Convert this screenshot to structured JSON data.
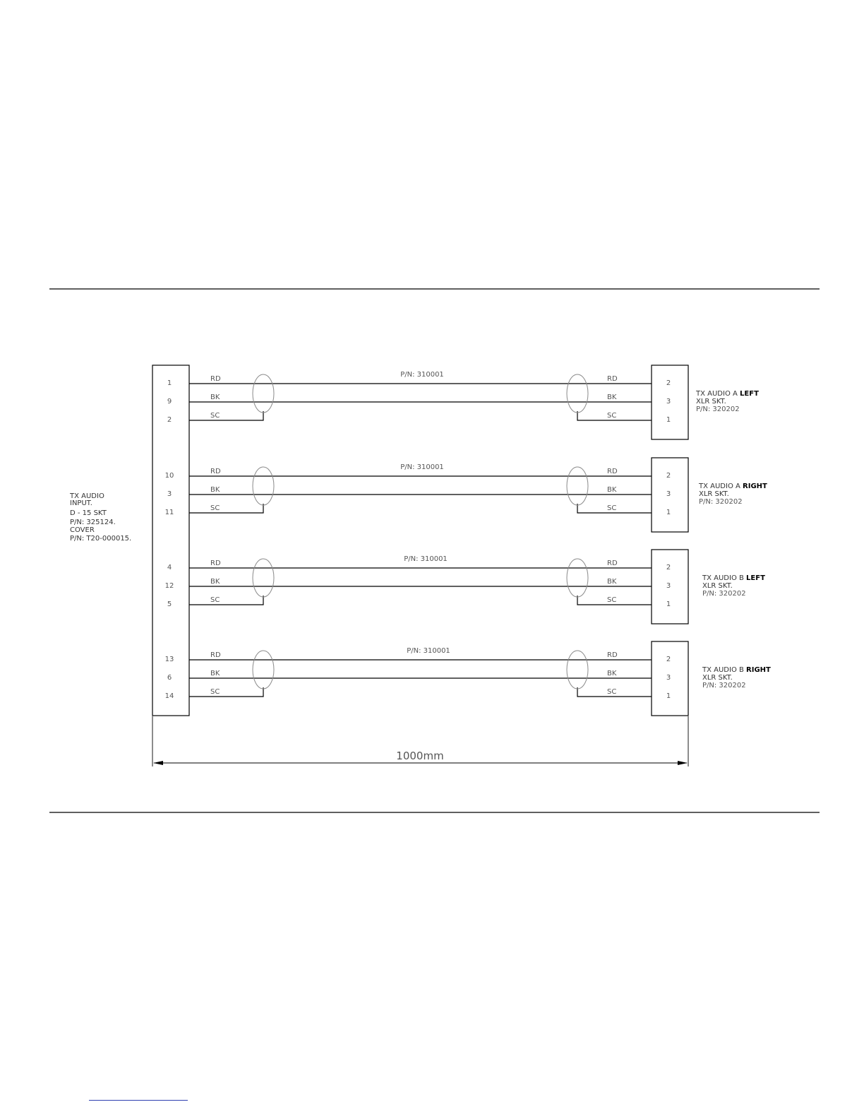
{
  "input_connector": {
    "label_lines": [
      "TX AUDIO",
      "INPUT.",
      "D - 15 SKT",
      "P/N: 325124.",
      "COVER",
      "P/N: T20-000015."
    ]
  },
  "cables": [
    {
      "part_number": "P/N: 310001",
      "input_pins": [
        "1",
        "9",
        "2"
      ],
      "output_pins": [
        "2",
        "3",
        "1"
      ],
      "wire_codes": [
        "RD",
        "BK",
        "SC"
      ],
      "output_label": {
        "line1_prefix": "TX AUDIO A",
        "line1_emph": "LEFT",
        "line2": "XLR SKT.",
        "line3": "P/N: 320202"
      }
    },
    {
      "part_number": "P/N: 310001",
      "input_pins": [
        "10",
        "3",
        "11"
      ],
      "output_pins": [
        "2",
        "3",
        "1"
      ],
      "wire_codes": [
        "RD",
        "BK",
        "SC"
      ],
      "output_label": {
        "line1_prefix": "TX AUDIO A",
        "line1_emph": "RIGHT",
        "line2": "XLR SKT.",
        "line3": "P/N: 320202"
      }
    },
    {
      "part_number": "P/N: 310001",
      "input_pins": [
        "4",
        "12",
        "5"
      ],
      "output_pins": [
        "2",
        "3",
        "1"
      ],
      "wire_codes": [
        "RD",
        "BK",
        "SC"
      ],
      "output_label": {
        "line1_prefix": "TX AUDIO B",
        "line1_emph": "LEFT",
        "line2": "XLR SKT.",
        "line3": "P/N: 320202"
      }
    },
    {
      "part_number": "P/N: 310001",
      "input_pins": [
        "13",
        "6",
        "14"
      ],
      "output_pins": [
        "2",
        "3",
        "1"
      ],
      "wire_codes": [
        "RD",
        "BK",
        "SC"
      ],
      "output_label": {
        "line1_prefix": "TX AUDIO B",
        "line1_emph": "RIGHT",
        "line2": "XLR SKT.",
        "line3": "P/N: 320202"
      }
    }
  ],
  "dimension": {
    "length_label": "1000mm"
  }
}
